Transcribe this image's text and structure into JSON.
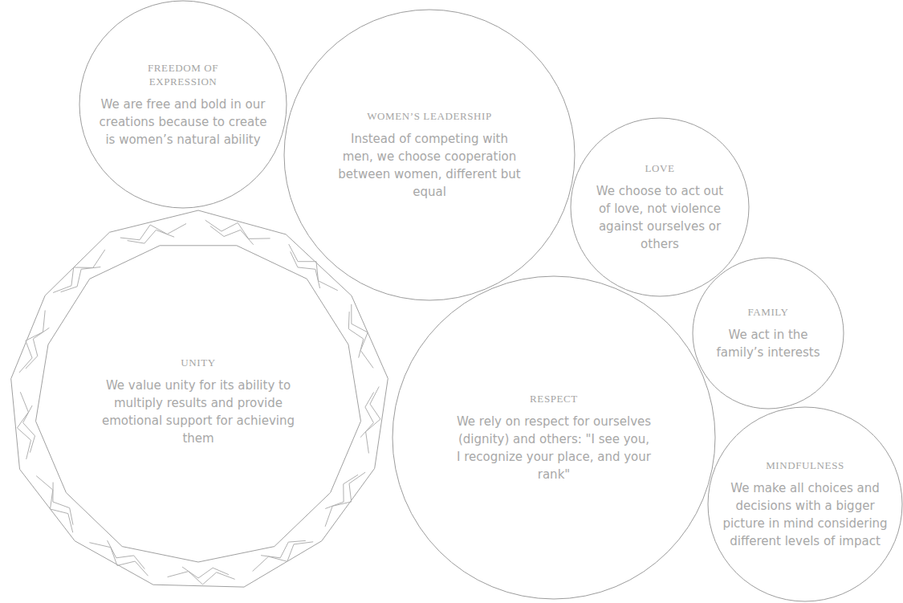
{
  "diagram": {
    "nodes": [
      {
        "text": [
          "FREEDOM OF EXPRESSION",
          "We are free and bold in our creations because to create is women’s natural ability"
        ]
      },
      {
        "text": [
          "WOMEN’S LEADERSHIP",
          "Instead of competing with men, we choose cooperation between women, different but equal"
        ]
      },
      {
        "text": [
          "LOVE",
          "We choose to act out of love, not violence against ourselves or others"
        ]
      },
      {
        "text": [
          "FAMILY",
          "We act in the family’s interests"
        ]
      },
      {
        "text": [
          "UNITY",
          "We value unity for its ability to multiply results and provide emotional support for achieving them"
        ]
      },
      {
        "text": [
          "RESPECT",
          "We rely on respect for ourselves (dignity) and others: \"I see you, I recognize your place, and your rank\""
        ]
      },
      {
        "text": [
          "MINDFULNESS",
          "We make all choices and decisions with a bigger picture in mind considering different levels of impact"
        ]
      }
    ]
  }
}
